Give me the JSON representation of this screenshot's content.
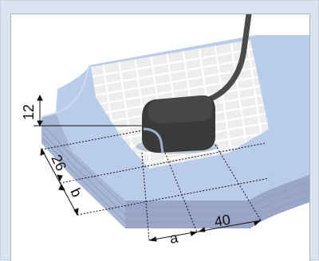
{
  "diagram": {
    "dimensions": {
      "height": "12",
      "depth_front": "26",
      "depth_rear": "b",
      "width_left": "a",
      "width_right": "40"
    },
    "colors": {
      "background": "#dbe4ee",
      "panel": "#ffffff",
      "slab_top": "#b9cdea",
      "slab_side": "#a8b6d6",
      "slab_side_dark": "#9aa6c8",
      "grid_fill": "#eeeeee",
      "grid_lines": "#ffffff",
      "sensor_body": "#3d3d3d",
      "cable": "#4a4a4a"
    },
    "icons": [
      "sensor-icon",
      "cable-icon"
    ]
  }
}
